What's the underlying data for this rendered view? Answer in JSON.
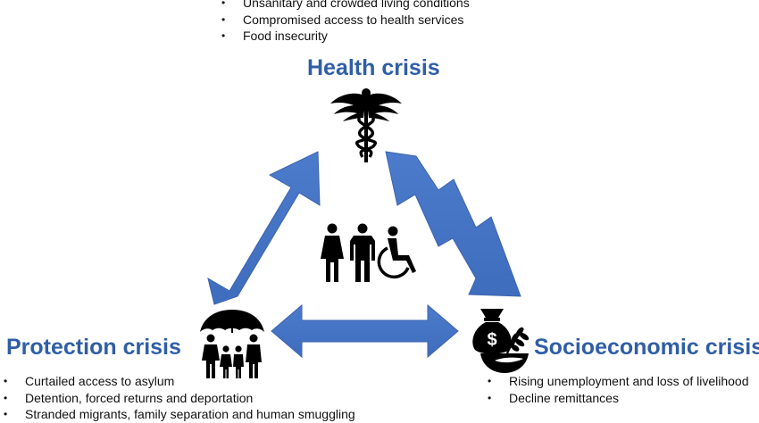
{
  "health": {
    "title": "Health crisis",
    "bullets": [
      "Unsanitary and crowded living conditions",
      "Compromised  access to health services",
      "Food insecurity"
    ],
    "icon": "caduceus-icon"
  },
  "protection": {
    "title": "Protection crisis",
    "bullets": [
      "Curtailed access to asylum",
      "Detention, forced returns and deportation",
      "Stranded migrants, family separation and human smuggling"
    ],
    "icon": "umbrella-family-icon"
  },
  "socioeconomic": {
    "title": "Socioeconomic crisis",
    "bullets": [
      "Rising unemployment  and loss of livelihood",
      "Decline remittances"
    ],
    "icon": "money-bag-wheat-bowl-icon"
  },
  "center": {
    "icon": "people-wheelchair-icon"
  },
  "colors": {
    "arrow": "#4472c4",
    "arrow_edge": "#3b63ad",
    "title": "#2f5ea6",
    "icon": "#000000"
  }
}
